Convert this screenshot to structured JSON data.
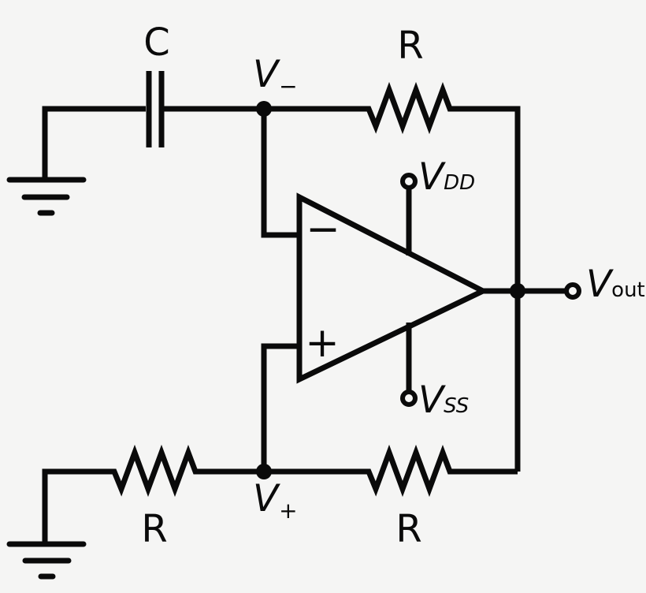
{
  "colors": {
    "background": "#f5f5f4",
    "ink": "#0a0a0a"
  },
  "component_labels": {
    "capacitor": "C",
    "top_resistor": "R",
    "bottom_left_resistor": "R",
    "bottom_right_resistor": "R"
  },
  "node_labels": {
    "v_minus": {
      "main": "V",
      "sub": "−"
    },
    "v_plus": {
      "main": "V",
      "sub": "+"
    },
    "v_dd": {
      "main": "V",
      "sub": "DD"
    },
    "v_ss": {
      "main": "V",
      "sub": "SS"
    },
    "v_out": {
      "main": "V",
      "sub": "out"
    }
  },
  "opamp": {
    "inverting_input_symbol": "−",
    "noninverting_input_symbol": "+"
  }
}
